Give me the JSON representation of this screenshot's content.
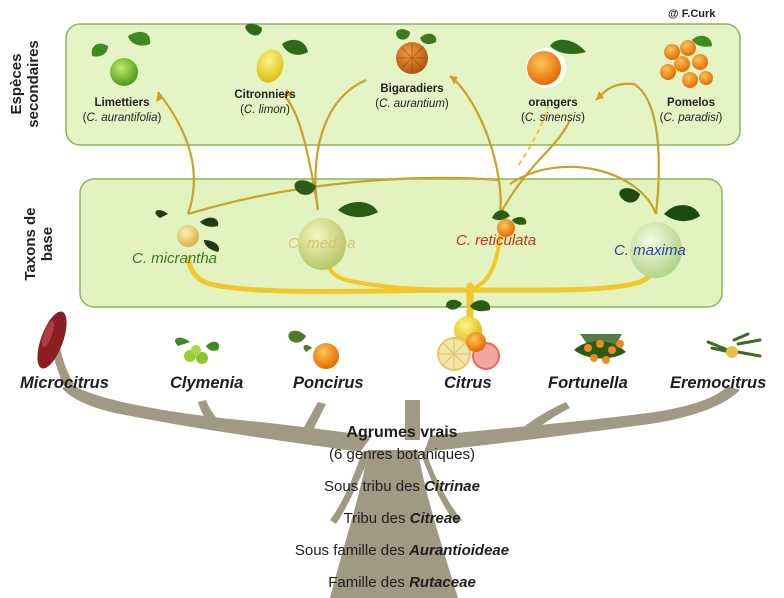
{
  "credit": "@ F.Curk",
  "rows": {
    "secondary_label": [
      "Espèces",
      "secondaires"
    ],
    "base_label": [
      "Taxons de",
      "base"
    ]
  },
  "secondary_species": [
    {
      "name": "Limettiers",
      "sci_prefix": "(",
      "sci": "C. aurantifolia",
      "sci_suffix": ")"
    },
    {
      "name": "Citronniers",
      "sci_prefix": "(",
      "sci": "C. limon",
      "sci_suffix": ")"
    },
    {
      "name": "Bigaradiers",
      "sci_prefix": "(",
      "sci": "C. aurantium",
      "sci_suffix": ")"
    },
    {
      "name": "orangers",
      "sci_prefix": "(",
      "sci": "C. sinensis",
      "sci_suffix": ")"
    },
    {
      "name": "Pomelos",
      "sci_prefix": "(",
      "sci": "C. paradisi",
      "sci_suffix": ")"
    }
  ],
  "base_taxa": [
    {
      "name": "C. micrantha",
      "color": "#3a7d1e"
    },
    {
      "name": "C. medica",
      "color": "#d8c27a"
    },
    {
      "name": "C. reticulata",
      "color": "#c8311f"
    },
    {
      "name": "C. maxima",
      "color": "#2d3fa6"
    }
  ],
  "genera": [
    "Microcitrus",
    "Clymenia",
    "Poncirus",
    "Citrus",
    "Fortunella",
    "Eremocitrus"
  ],
  "trunk": {
    "title": "Agrumes vrais",
    "subtitle": "(6 genres botaniques)",
    "lines": [
      {
        "pre": "Sous tribu des ",
        "bold": "Citrinae"
      },
      {
        "pre": "Tribu des ",
        "bold": "Citreae"
      },
      {
        "pre": "Sous famille des ",
        "bold": "Aurantioideae"
      },
      {
        "pre": "Famille des ",
        "bold": "Rutaceae"
      }
    ]
  },
  "colors": {
    "panel_fill": "#e4f4c4",
    "panel_stroke": "#8fb35a",
    "tree": "#a09a84",
    "yellow_branch": "#f3c62a",
    "yellow_link": "#c9a227"
  }
}
